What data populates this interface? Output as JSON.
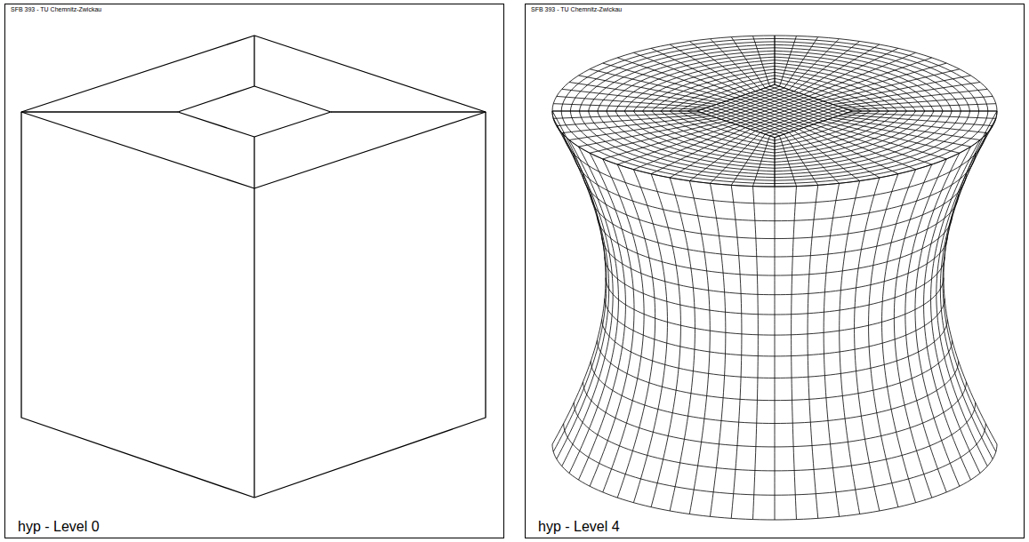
{
  "diagram": {
    "labels": [
      "SFB 393 - TU Chemnitz-Zwickau",
      "hyp - Level 0",
      "SFB 393 - TU Chemnitz-Zwickau",
      "hyp - Level 4"
    ]
  }
}
